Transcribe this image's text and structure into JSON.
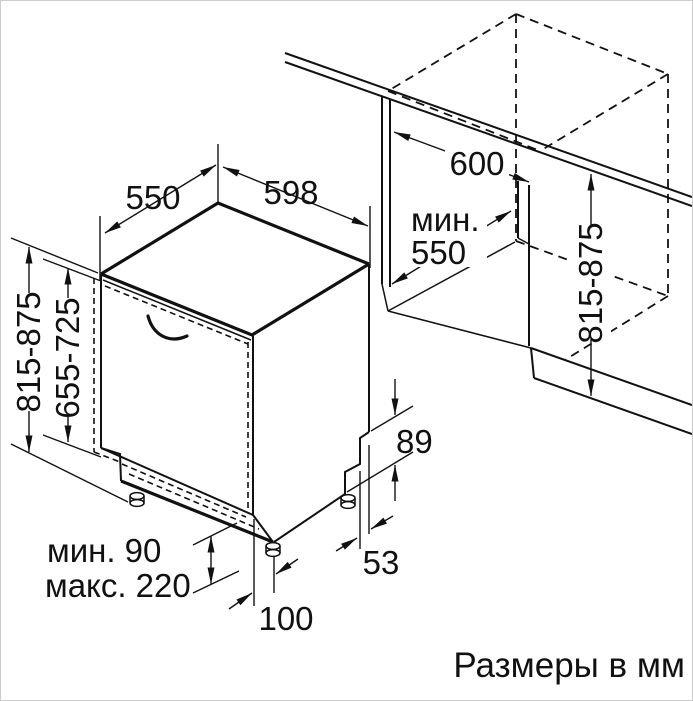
{
  "diagram": {
    "caption": "Размеры в мм",
    "colors": {
      "line": "#111111",
      "background": "#ffffff",
      "frame": "#cccccc"
    },
    "dimensions": {
      "top_depth": "550",
      "top_width": "598",
      "niche_width": "600",
      "niche_depth_word": "мин.",
      "niche_depth_value": "550",
      "niche_height": "815-875",
      "appliance_height": "815-875",
      "door_panel_height": "655-725",
      "rear_step_height": "89",
      "rear_step_depth": "53",
      "front_foot_offset": "100",
      "plinth_min": "мин. 90",
      "plinth_max": "макс. 220"
    }
  }
}
